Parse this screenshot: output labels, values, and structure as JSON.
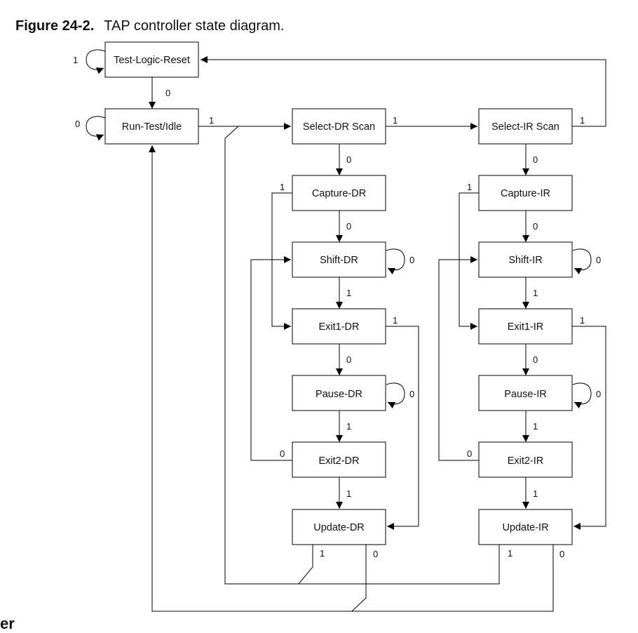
{
  "caption": {
    "number": "Figure 24-2.",
    "title": "TAP controller state diagram."
  },
  "cut_off_text": "er",
  "states": {
    "test_logic_reset": "Test-Logic-Reset",
    "run_test_idle": "Run-Test/Idle",
    "select_dr_scan": "Select-DR Scan",
    "select_ir_scan": "Select-IR Scan",
    "capture_dr": "Capture-DR",
    "capture_ir": "Capture-IR",
    "shift_dr": "Shift-DR",
    "shift_ir": "Shift-IR",
    "exit1_dr": "Exit1-DR",
    "exit1_ir": "Exit1-IR",
    "pause_dr": "Pause-DR",
    "pause_ir": "Pause-IR",
    "exit2_dr": "Exit2-DR",
    "exit2_ir": "Exit2-IR",
    "update_dr": "Update-DR",
    "update_ir": "Update-IR"
  },
  "transition_labels": {
    "zero": "0",
    "one": "1"
  }
}
